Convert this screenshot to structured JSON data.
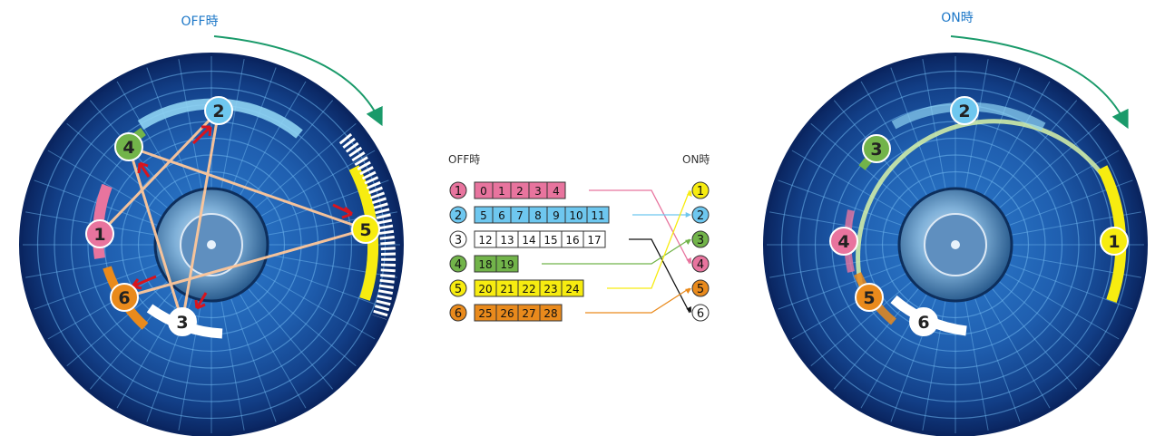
{
  "off_label": "OFF時",
  "on_label": "ON時",
  "legend": {
    "off_header": "OFF時",
    "on_header": "ON時",
    "rows": [
      {
        "id": "1",
        "color": "#e8749e",
        "cells": [
          "0",
          "1",
          "2",
          "3",
          "4"
        ],
        "target": "4"
      },
      {
        "id": "2",
        "color": "#6ec7ef",
        "cells": [
          "5",
          "6",
          "7",
          "8",
          "9",
          "10",
          "11"
        ],
        "target": "2"
      },
      {
        "id": "3",
        "color": "#ffffff",
        "cells": [
          "12",
          "13",
          "14",
          "15",
          "16",
          "17"
        ],
        "target": "6"
      },
      {
        "id": "4",
        "color": "#72b44a",
        "cells": [
          "18",
          "19"
        ],
        "target": "3"
      },
      {
        "id": "5",
        "color": "#f7ec10",
        "cells": [
          "20",
          "21",
          "22",
          "23",
          "24"
        ],
        "target": "1"
      },
      {
        "id": "6",
        "color": "#e98a1c",
        "cells": [
          "25",
          "26",
          "27",
          "28"
        ],
        "target": "5"
      }
    ],
    "right_labels": [
      {
        "id": "1",
        "color": "#f7ec10"
      },
      {
        "id": "2",
        "color": "#6ec7ef"
      },
      {
        "id": "3",
        "color": "#72b44a"
      },
      {
        "id": "4",
        "color": "#e8749e"
      },
      {
        "id": "5",
        "color": "#e98a1c"
      },
      {
        "id": "6",
        "color": "#ffffff"
      }
    ]
  },
  "off_disc": {
    "markers": [
      {
        "label": "1",
        "color": "#e8749e"
      },
      {
        "label": "2",
        "color": "#6ec7ef"
      },
      {
        "label": "3",
        "color": "#ffffff"
      },
      {
        "label": "4",
        "color": "#72b44a"
      },
      {
        "label": "5",
        "color": "#f7ec10"
      },
      {
        "label": "6",
        "color": "#e98a1c"
      }
    ]
  },
  "on_disc": {
    "markers": [
      {
        "label": "1",
        "color": "#f7ec10"
      },
      {
        "label": "2",
        "color": "#6ec7ef"
      },
      {
        "label": "3",
        "color": "#72b44a"
      },
      {
        "label": "4",
        "color": "#e8749e"
      },
      {
        "label": "5",
        "color": "#e98a1c"
      },
      {
        "label": "6",
        "color": "#ffffff"
      }
    ]
  },
  "colors": {
    "title_blue": "#1e78c8",
    "arrow_green": "#1a9a6a",
    "disc_dark": "#0c2c6e",
    "disc_mid": "#1f64b4",
    "grid": "#6fb6ee",
    "red_arrow": "#d8141e"
  }
}
